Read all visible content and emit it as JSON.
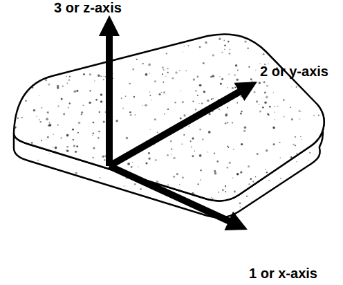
{
  "diagram": {
    "labels": [
      "3 or z-axis",
      "2 or y-axis",
      "1 or x-axis"
    ]
  }
}
